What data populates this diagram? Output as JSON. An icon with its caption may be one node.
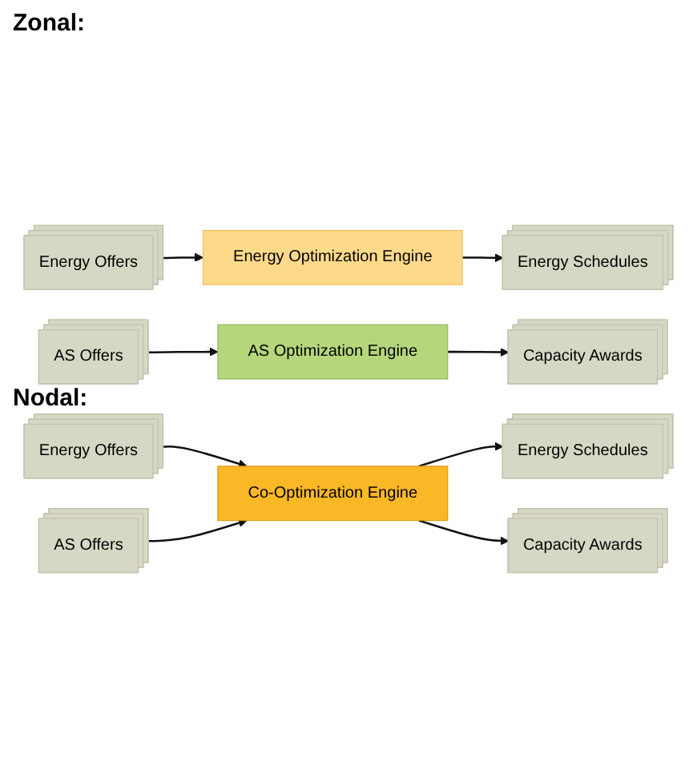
{
  "diagram": {
    "nodes": [
      {
        "text": [
          "Energy Offers"
        ]
      },
      {
        "text": [
          "Energy Optimization Engine"
        ]
      },
      {
        "text": [
          "Energy Schedules"
        ]
      },
      {
        "text": [
          "AS Offers"
        ]
      },
      {
        "text": [
          "AS Optimization Engine"
        ]
      },
      {
        "text": [
          "Capacity Awards"
        ]
      },
      {
        "text": [
          "Energy Offers"
        ]
      },
      {
        "text": [
          "AS Offers"
        ]
      },
      {
        "text": [
          "Co-Optimization Engine"
        ]
      },
      {
        "text": [
          "Energy Schedules"
        ]
      },
      {
        "text": [
          "Capacity Awards"
        ]
      }
    ],
    "edges": [
      {
        "from": 0,
        "to": 1,
        "arrow": "to"
      },
      {
        "from": 1,
        "to": 2,
        "arrow": "to"
      },
      {
        "from": 3,
        "to": 4,
        "arrow": "to"
      },
      {
        "from": 4,
        "to": 5,
        "arrow": "to"
      },
      {
        "from": 6,
        "to": 8,
        "arrow": "to"
      },
      {
        "from": 7,
        "to": 8,
        "arrow": "to"
      },
      {
        "from": 8,
        "to": 9,
        "arrow": "to"
      },
      {
        "from": 8,
        "to": 10,
        "arrow": "to"
      }
    ],
    "labels": [
      "Zonal:",
      "Nodal:"
    ]
  }
}
